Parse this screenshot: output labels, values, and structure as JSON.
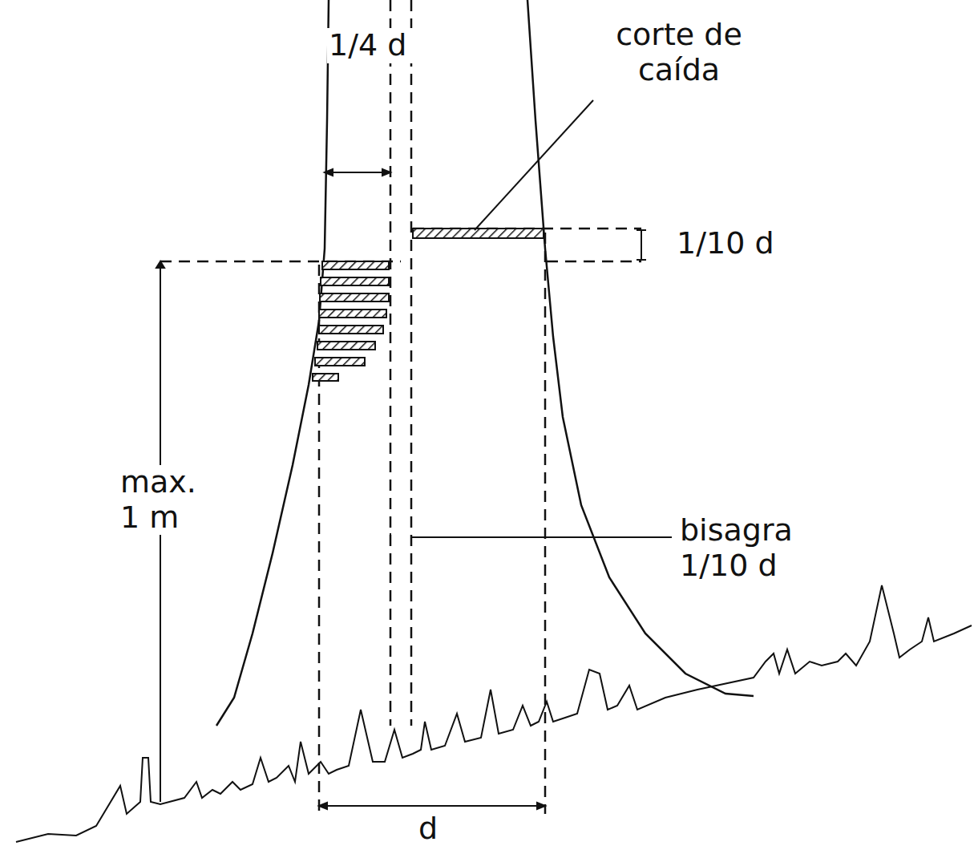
{
  "diagram": {
    "labels": [
      "1/4 d",
      "corte de caída",
      "1/10 d",
      "max. 1 m",
      "bisagra 1/10 d",
      "d"
    ]
  }
}
